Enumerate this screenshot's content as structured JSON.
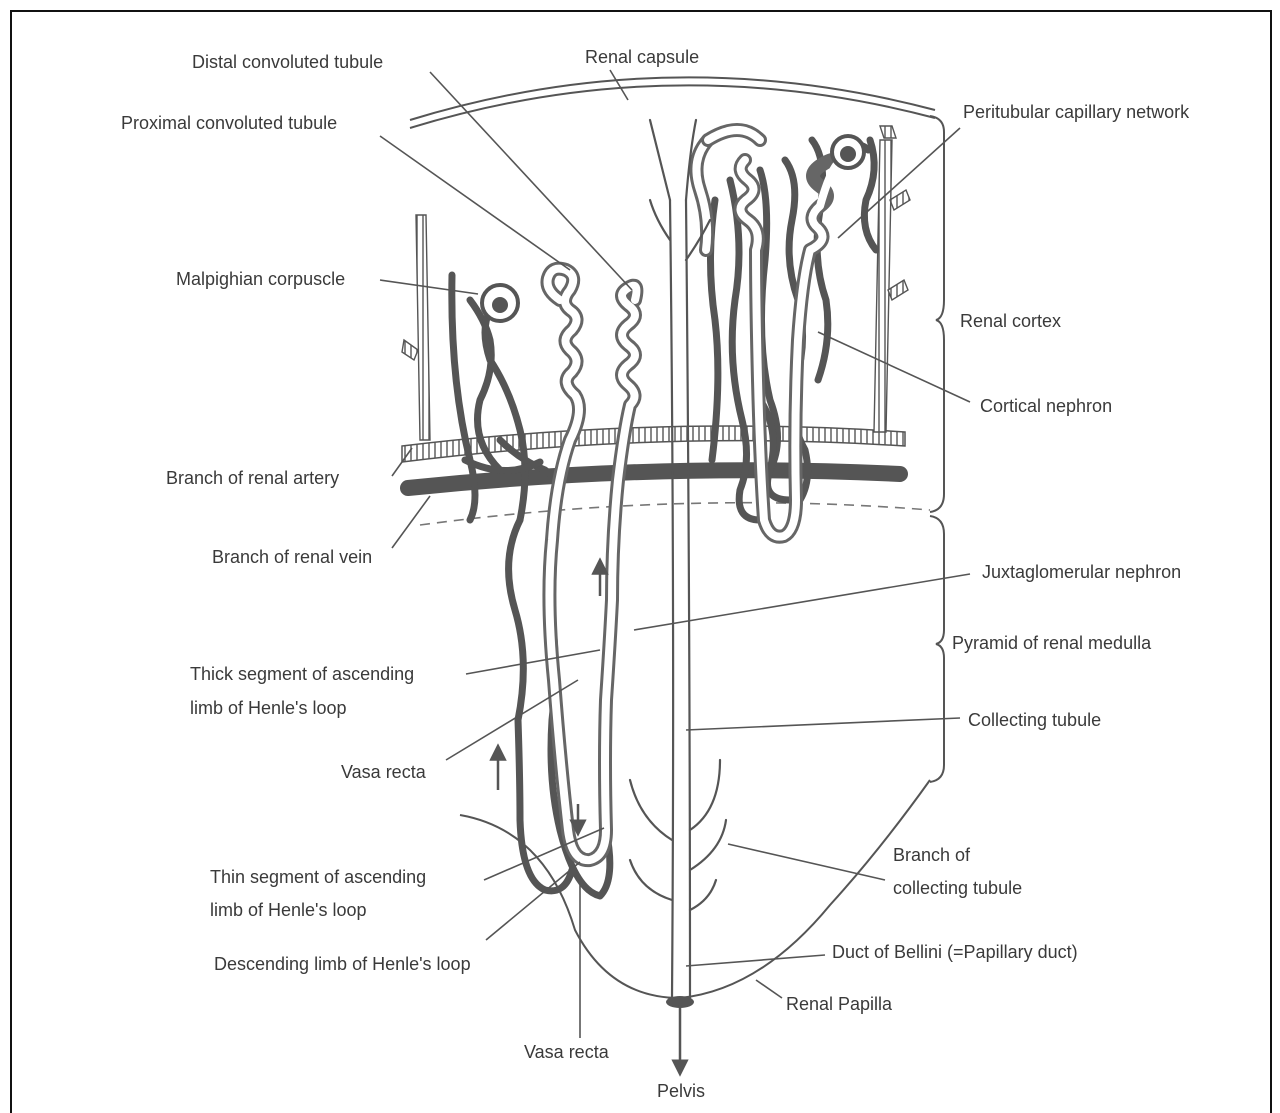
{
  "colors": {
    "ink": "#3a3a3a",
    "vessel": "#555555",
    "tubule": "#666666"
  },
  "labels": {
    "distal_convoluted_tubule": "Distal convoluted tubule",
    "renal_capsule": "Renal capsule",
    "proximal_convoluted_tubule": "Proximal convoluted tubule",
    "peritubular_capillary_network": "Peritubular capillary network",
    "malpighian_corpuscle": "Malpighian corpuscle",
    "renal_cortex": "Renal cortex",
    "cortical_nephron": "Cortical nephron",
    "branch_of_renal_artery": "Branch of renal artery",
    "branch_of_renal_vein": "Branch of renal vein",
    "juxtaglomerular_nephron": "Juxtaglomerular nephron",
    "pyramid_of_renal_medulla": "Pyramid of renal medulla",
    "thick_segment_line1": "Thick segment of ascending",
    "thick_segment_line2": "limb of Henle's loop",
    "collecting_tubule": "Collecting tubule",
    "vasa_recta_upper": "Vasa recta",
    "branch_of_collecting_line1": "Branch of",
    "branch_of_collecting_line2": "collecting tubule",
    "thin_segment_line1": "Thin segment of ascending",
    "thin_segment_line2": "limb of Henle's loop",
    "duct_of_bellini": "Duct of Bellini (=Papillary duct)",
    "descending_limb": "Descending limb of Henle's loop",
    "renal_papilla": "Renal Papilla",
    "vasa_recta_lower": "Vasa recta",
    "pelvis": "Pelvis"
  }
}
